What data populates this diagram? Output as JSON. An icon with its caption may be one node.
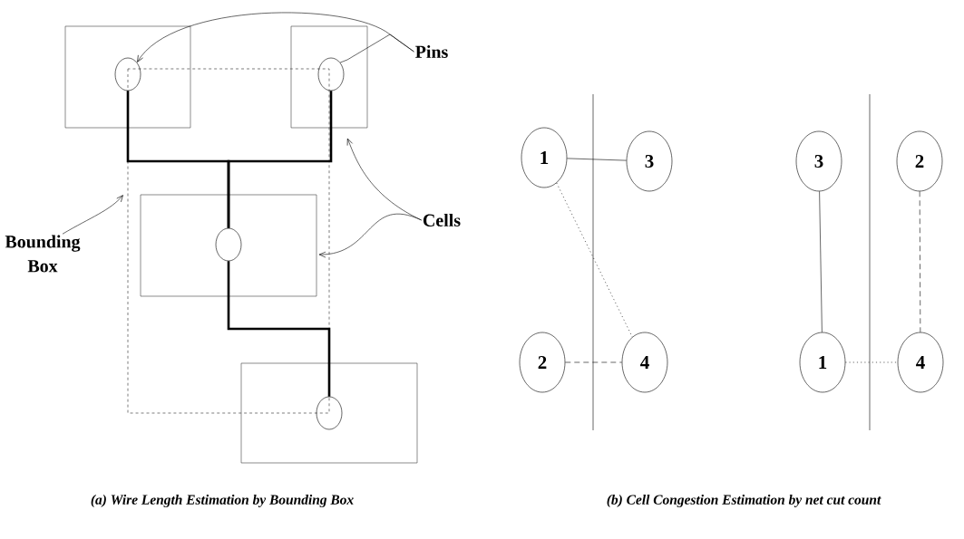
{
  "diagram": {
    "nodes": [
      {
        "text": [],
        "shape": "box"
      },
      {
        "text": [],
        "shape": "circle",
        "in": 0
      },
      {
        "text": [],
        "shape": "box"
      },
      {
        "text": [],
        "shape": "circle",
        "in": 2
      },
      {
        "text": [
          "Pins"
        ]
      },
      {
        "text": [],
        "shape": "box"
      },
      {
        "text": [],
        "shape": "circle",
        "in": 5
      },
      {
        "text": [
          "Cells"
        ]
      },
      {
        "text": [
          "Bounding Box"
        ]
      },
      {
        "text": [],
        "shape": "box"
      },
      {
        "text": [],
        "shape": "circle",
        "in": 9
      },
      {
        "text": [
          "1"
        ]
      },
      {
        "text": [
          "3"
        ]
      },
      {
        "text": [
          "2"
        ]
      },
      {
        "text": [
          "4"
        ]
      },
      {
        "text": [
          "3"
        ]
      },
      {
        "text": [
          "2"
        ]
      },
      {
        "text": [
          "1"
        ]
      },
      {
        "text": [
          "4"
        ]
      }
    ],
    "edges": [
      {
        "from": 4,
        "to": 1,
        "arrow": "to"
      },
      {
        "from": 4,
        "to": 3,
        "arrow": "none"
      },
      {
        "from": 7,
        "to": 2,
        "arrow": "to"
      },
      {
        "from": 7,
        "to": 5,
        "arrow": "to"
      },
      {
        "from": 8,
        "to": null,
        "arrow": "to"
      },
      {
        "from": 1,
        "to": 6,
        "arrow": "none",
        "style": "thick"
      },
      {
        "from": 3,
        "to": 6,
        "arrow": "none",
        "style": "thick"
      },
      {
        "from": 6,
        "to": 10,
        "arrow": "none",
        "style": "thick"
      },
      {
        "from": 11,
        "to": 12,
        "arrow": "none"
      },
      {
        "from": 11,
        "to": 14,
        "arrow": "none",
        "style": "dashed"
      },
      {
        "from": 13,
        "to": 14,
        "arrow": "none",
        "style": "dashed"
      },
      {
        "from": 15,
        "to": 17,
        "arrow": "none"
      },
      {
        "from": 16,
        "to": 18,
        "arrow": "none",
        "style": "dashed"
      },
      {
        "from": 17,
        "to": 18,
        "arrow": "none",
        "style": "dashed"
      }
    ],
    "labels": [
      "(a) Wire Length Estimation by Bounding Box",
      "(b) Cell Congestion Estimation by net cut count"
    ]
  }
}
